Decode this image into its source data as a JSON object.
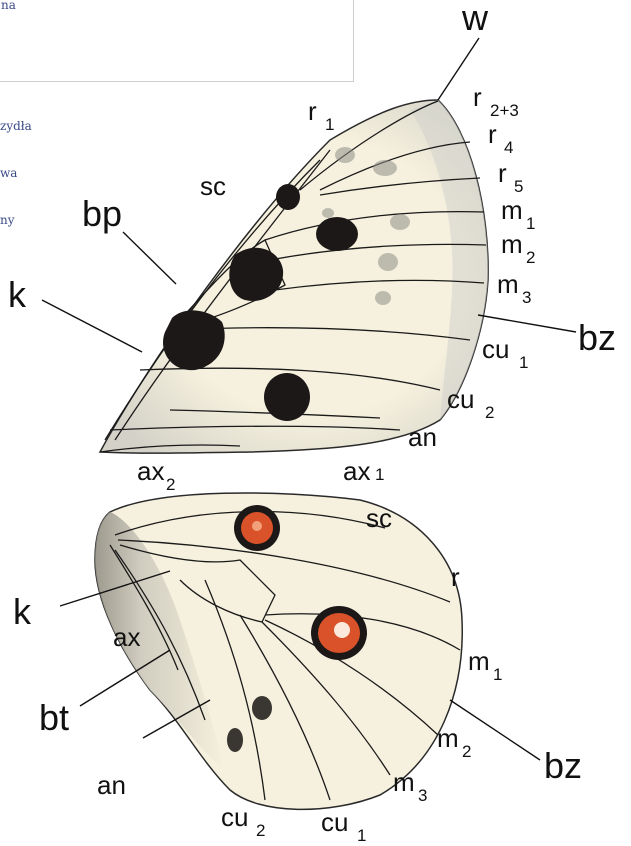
{
  "legend": {
    "top_fragment": "na",
    "lines": [
      "zydła",
      "wa",
      "ny"
    ]
  },
  "labels": {
    "w": "w",
    "r1": "r",
    "r1_sub": "1",
    "r23": "r",
    "r23_sub": "2+3",
    "r4": "r",
    "r4_sub": "4",
    "r5": "r",
    "r5_sub": "5",
    "m1_fore": "m",
    "m1_fore_sub": "1",
    "m2_fore": "m",
    "m2_fore_sub": "2",
    "m3_fore": "m",
    "m3_fore_sub": "3",
    "sc_fore": "sc",
    "bp": "bp",
    "k_fore": "k",
    "bz_fore": "bz",
    "cu1_fore": "cu",
    "cu1_fore_sub": "1",
    "cu2_fore": "cu",
    "cu2_fore_sub": "2",
    "an_fore": "an",
    "ax2": "ax",
    "ax2_sub": "2",
    "ax1": "ax",
    "ax1_sub": "1",
    "sc_hind": "sc",
    "r_hind": "r",
    "k_hind": "k",
    "ax_hind": "ax",
    "m1_hind": "m",
    "m1_hind_sub": "1",
    "bt": "bt",
    "bz_hind": "bz",
    "m2_hind": "m",
    "m2_hind_sub": "2",
    "m3_hind": "m",
    "m3_hind_sub": "3",
    "an_hind": "an",
    "cu2_hind": "cu",
    "cu2_hind_sub": "2",
    "cu1_hind": "cu",
    "cu1_hind_sub": "1"
  },
  "colors": {
    "wing_fill": "#f6f1de",
    "wing_edge_shade": "#cfcfc8",
    "vein": "#1a1a1a",
    "spot_black": "#1c1818",
    "eyespot_red": "#d9522a",
    "eyespot_white": "#fbe9dc",
    "legend_text": "#3a4a86"
  }
}
